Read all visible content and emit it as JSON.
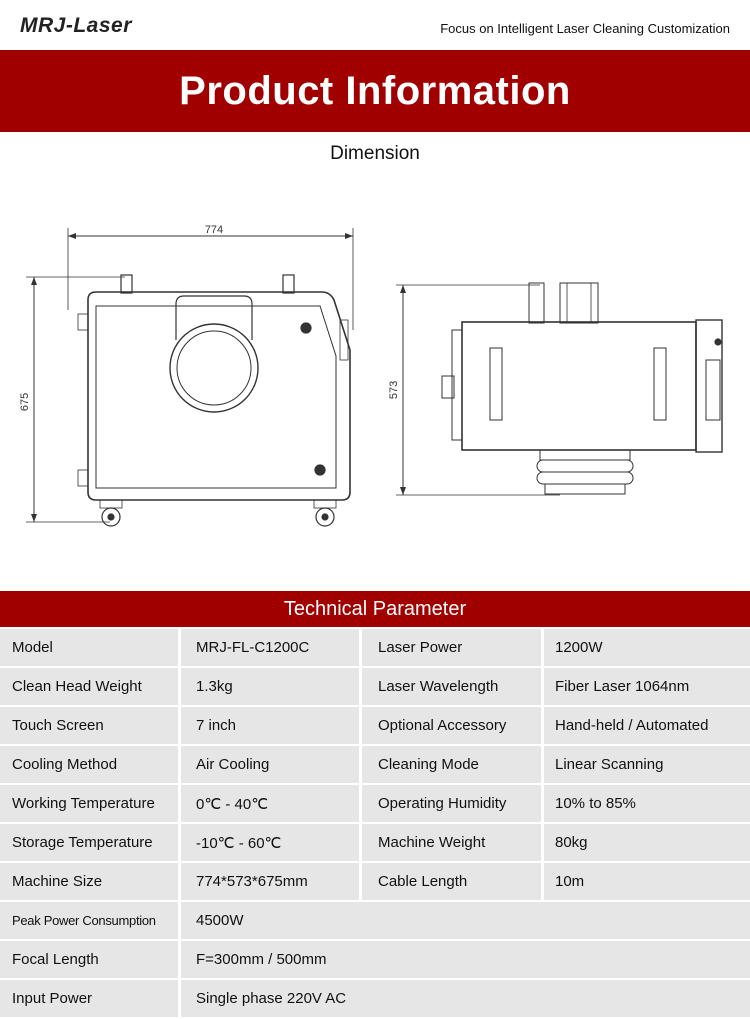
{
  "header": {
    "logo_text": "MRJ-Laser",
    "tagline": "Focus on Intelligent Laser Cleaning Customization"
  },
  "banner": {
    "title": "Product Information"
  },
  "dimension": {
    "title": "Dimension",
    "width_label": "774",
    "height_label": "675",
    "depth_label": "573"
  },
  "technical": {
    "title": "Technical Parameter",
    "rows": [
      [
        "Model",
        "MRJ-FL-C1200C",
        "Laser Power",
        "1200W"
      ],
      [
        "Clean Head Weight",
        "1.3kg",
        "Laser Wavelength",
        "Fiber Laser 1064nm"
      ],
      [
        "Touch Screen",
        "7 inch",
        "Optional Accessory",
        "Hand-held / Automated"
      ],
      [
        "Cooling Method",
        "Air Cooling",
        "Cleaning Mode",
        "Linear Scanning"
      ],
      [
        "Working Temperature",
        "0℃ - 40℃",
        "Operating Humidity",
        "10% to 85%"
      ],
      [
        "Storage Temperature",
        "-10℃ - 60℃",
        "Machine Weight",
        "80kg"
      ],
      [
        "Machine Size",
        "774*573*675mm",
        "Cable Length",
        "10m"
      ]
    ],
    "wide_rows": [
      [
        "Peak Power Consumption",
        "4500W"
      ],
      [
        "Focal Length",
        "F=300mm / 500mm"
      ],
      [
        "Input Power",
        "Single phase 220V AC"
      ]
    ]
  },
  "colors": {
    "accent": "#a10000",
    "cell_bg": "#e6e6e6"
  }
}
